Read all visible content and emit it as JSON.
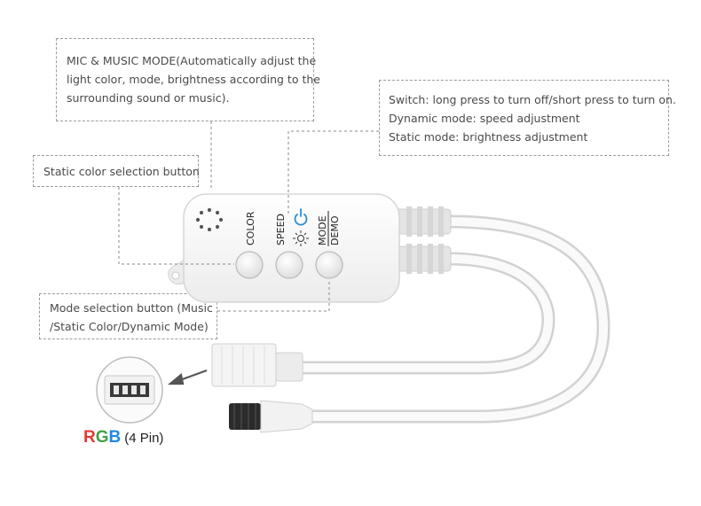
{
  "callouts": {
    "mic": {
      "lines": [
        "MIC & MUSIC MODE(Automatically adjust the",
        "light color, mode, brightness according to the",
        "surrounding sound or music)."
      ]
    },
    "switch": {
      "lines": [
        "Switch: long press to turn off/short press to turn on.",
        "Dynamic mode: speed adjustment",
        "Static mode: brightness adjustment"
      ]
    },
    "color": {
      "lines": [
        "Static color selection button"
      ]
    },
    "mode": {
      "lines": [
        "Mode selection button (Music",
        "/Static Color/Dynamic Mode)"
      ]
    }
  },
  "controller": {
    "buttons": [
      {
        "label": "COLOR"
      },
      {
        "label": "SPEED"
      },
      {
        "label_top": "MODE",
        "label_bottom": "DEMO"
      }
    ]
  },
  "connector_label": {
    "r": "R",
    "g": "G",
    "b": "B",
    "pins": "(4 Pin)"
  },
  "colors": {
    "rgb_r": "#e53935",
    "rgb_g": "#43a047",
    "rgb_b": "#1e88e5",
    "power_icon": "#2a8fd6",
    "dashed_line": "#8a8a8a",
    "arrow": "#555555"
  },
  "icons": [
    "microphone-holes-icon",
    "brightness-sun-icon",
    "power-icon",
    "arrow-icon"
  ]
}
